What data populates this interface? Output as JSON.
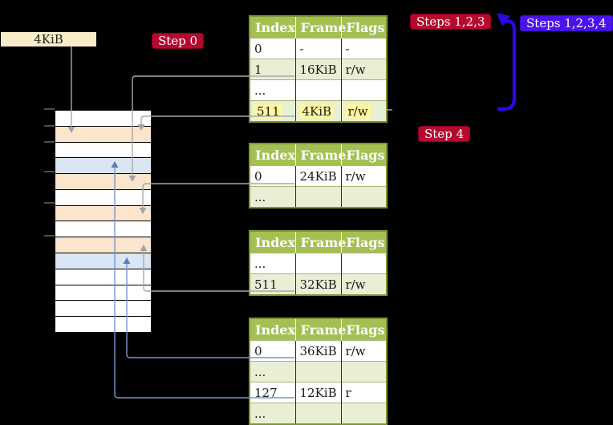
{
  "frame_label_box": {
    "label": "4KiB"
  },
  "badges": [
    {
      "id": "step0",
      "label": "Step 0",
      "style": "crimson"
    },
    {
      "id": "steps123",
      "label": "Steps 1,2,3",
      "style": "crimson"
    },
    {
      "id": "step4",
      "label": "Step 4",
      "style": "crimson"
    },
    {
      "id": "steps1234",
      "label": "Steps 1,2,3,4",
      "style": "violet"
    }
  ],
  "memory": {
    "rows": [
      "white",
      "peach",
      "white",
      "blue",
      "peach",
      "white",
      "peach",
      "white",
      "peach",
      "blue",
      "white",
      "white",
      "white",
      "white"
    ]
  },
  "tables": [
    {
      "id": "page-table-1",
      "headers": [
        "Index",
        "Frame",
        "Flags"
      ],
      "rows": [
        {
          "cells": [
            "0",
            "-",
            "-"
          ],
          "shade": false,
          "highlight": false
        },
        {
          "cells": [
            "1",
            "16KiB",
            "r/w"
          ],
          "shade": true,
          "highlight": false
        },
        {
          "cells": [
            "...",
            "",
            ""
          ],
          "shade": false,
          "highlight": false
        },
        {
          "cells": [
            "511",
            "4KiB",
            "r/w"
          ],
          "shade": true,
          "highlight": true
        }
      ]
    },
    {
      "id": "page-table-2",
      "headers": [
        "Index",
        "Frame",
        "Flags"
      ],
      "rows": [
        {
          "cells": [
            "0",
            "24KiB",
            "r/w"
          ],
          "shade": false,
          "highlight": false
        },
        {
          "cells": [
            "...",
            "",
            ""
          ],
          "shade": true,
          "highlight": false
        }
      ]
    },
    {
      "id": "page-table-3",
      "headers": [
        "Index",
        "Frame",
        "Flags"
      ],
      "rows": [
        {
          "cells": [
            "...",
            "",
            ""
          ],
          "shade": false,
          "highlight": false
        },
        {
          "cells": [
            "511",
            "32KiB",
            "r/w"
          ],
          "shade": true,
          "highlight": false
        }
      ]
    },
    {
      "id": "page-table-4",
      "headers": [
        "Index",
        "Frame",
        "Flags"
      ],
      "rows": [
        {
          "cells": [
            "0",
            "36KiB",
            "r/w"
          ],
          "shade": false,
          "highlight": false
        },
        {
          "cells": [
            "...",
            "",
            ""
          ],
          "shade": true,
          "highlight": false
        },
        {
          "cells": [
            "127",
            "12KiB",
            "r"
          ],
          "shade": false,
          "highlight": false
        },
        {
          "cells": [
            "...",
            "",
            ""
          ],
          "shade": true,
          "highlight": false
        }
      ]
    }
  ],
  "colors": {
    "badge_crimson": "#b5092e",
    "badge_violet": "#4a13ee",
    "table_header_green": "#a4c053",
    "row_shade_green": "#e9efd5",
    "highlight_yellow": "#fdf79e",
    "frame_peach": "#fce5cd",
    "frame_blue": "#dae6f3",
    "frame_label_tan": "#faecc8",
    "arrow_gray": "#a9a9a9",
    "arrow_blue": "#7796cb",
    "loop_arrow_blue": "#2d07e1"
  }
}
